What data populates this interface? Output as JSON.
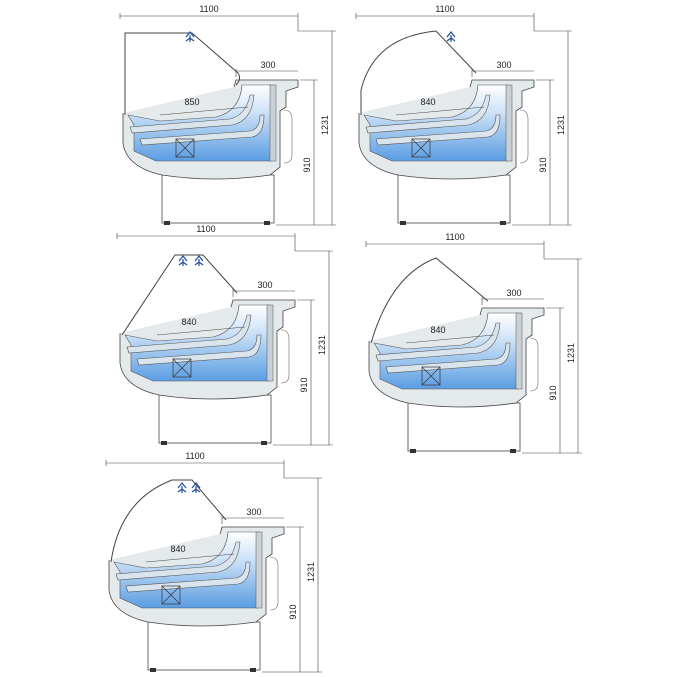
{
  "diagrams": [
    {
      "id": "case-1",
      "glass": "straight-vertical-front",
      "width_label": "1100",
      "depth_top_label": "300",
      "shelf_label": "850",
      "counter_height_label": "910",
      "total_height_label": "1231"
    },
    {
      "id": "case-2",
      "glass": "curved",
      "width_label": "1100",
      "depth_top_label": "300",
      "shelf_label": "840",
      "counter_height_label": "910",
      "total_height_label": "1231"
    },
    {
      "id": "case-3",
      "glass": "angled",
      "width_label": "1100",
      "depth_top_label": "300",
      "shelf_label": "840",
      "counter_height_label": "910",
      "total_height_label": "1231"
    },
    {
      "id": "case-4",
      "glass": "curved-front-angled-back",
      "width_label": "1100",
      "depth_top_label": "300",
      "shelf_label": "840",
      "counter_height_label": "910",
      "total_height_label": "1231"
    },
    {
      "id": "case-5",
      "glass": "curved-lamp",
      "width_label": "1100",
      "depth_top_label": "300",
      "shelf_label": "840",
      "counter_height_label": "910",
      "total_height_label": "1231"
    }
  ],
  "colors": {
    "cold_zone": "#4a90e2",
    "body": "#e4e9ec",
    "outline": "#444444"
  }
}
